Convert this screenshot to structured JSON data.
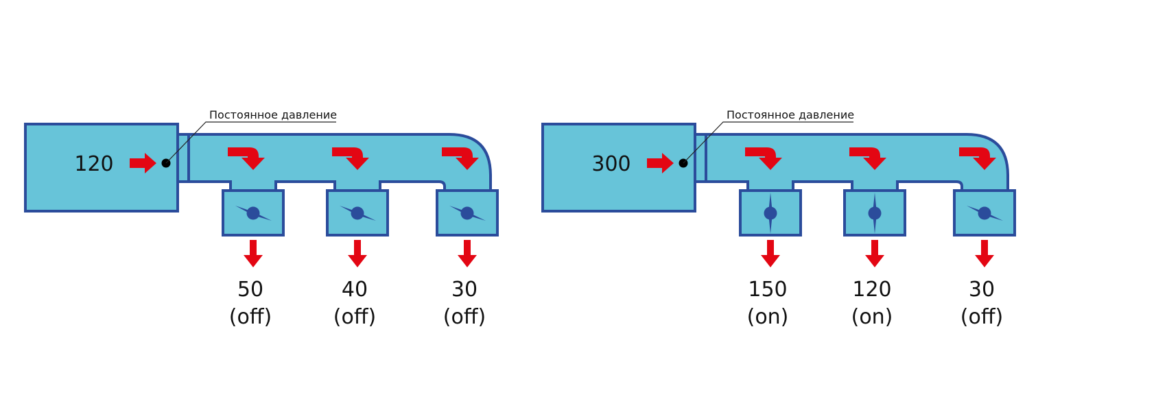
{
  "colors": {
    "duct_fill": "#67c4d9",
    "duct_stroke": "#2b4c9b",
    "arrow": "#e30613",
    "damper": "#2b4c9b",
    "text": "#111111"
  },
  "diagrams": [
    {
      "source_value": "120",
      "callout": "Постоянное давление",
      "outlets": [
        {
          "value": "50",
          "state": "(off)",
          "damper": "angled"
        },
        {
          "value": "40",
          "state": "(off)",
          "damper": "angled"
        },
        {
          "value": "30",
          "state": "(off)",
          "damper": "angled"
        }
      ]
    },
    {
      "source_value": "300",
      "callout": "Постоянное давление",
      "outlets": [
        {
          "value": "150",
          "state": "(on)",
          "damper": "open"
        },
        {
          "value": "120",
          "state": "(on)",
          "damper": "open"
        },
        {
          "value": "30",
          "state": "(off)",
          "damper": "angled"
        }
      ]
    }
  ]
}
